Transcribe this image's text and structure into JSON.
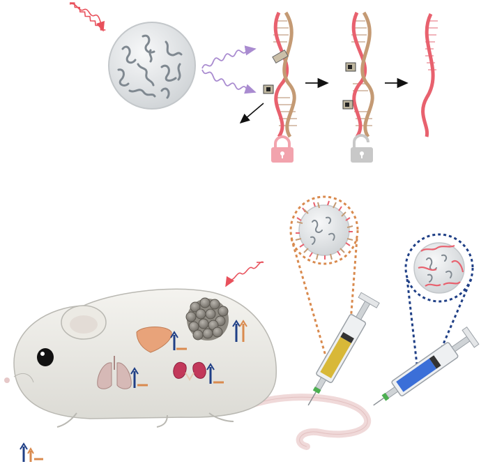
{
  "figure": {
    "colors": {
      "light_wave": "#e8505b",
      "emission_wave": "#a98bd0",
      "dna_strand_pink": "#e8616e",
      "dna_strand_tan": "#c49a74",
      "lock_locked": "#f2a3ad",
      "lock_unlocked": "#c8c8c8",
      "nanoparticle_fill": "#e4e6e8",
      "polymer_chain": "#7f8890",
      "mouse_body": "#ecebe6",
      "up_arrow_blue": "#1f3f86",
      "up_arrow_orange": "#d98a4e",
      "zoom_orange": "#d98a4e",
      "zoom_blue": "#1f3f86",
      "syringe_yellow": "#d8b838",
      "syringe_blue": "#3b6fd8"
    },
    "icons": [
      "nir-light-wave-icon",
      "emission-wave-icon",
      "upconversion-nanoparticle-icon",
      "dna-duplex-caged-icon",
      "dna-duplex-uncaged-icon",
      "single-strand-dna-icon",
      "lock-closed-icon",
      "lock-open-icon",
      "mouse-icon",
      "tumor-icon",
      "liver-icon",
      "lung-icon",
      "kidney-icon",
      "syringe-icon",
      "legend-arrows-icon"
    ],
    "organ_indicators": {
      "tumor": "both-up",
      "liver": "blue-up-orange-flat",
      "lung": "blue-up-orange-flat",
      "kidney": "blue-up-orange-flat"
    }
  }
}
